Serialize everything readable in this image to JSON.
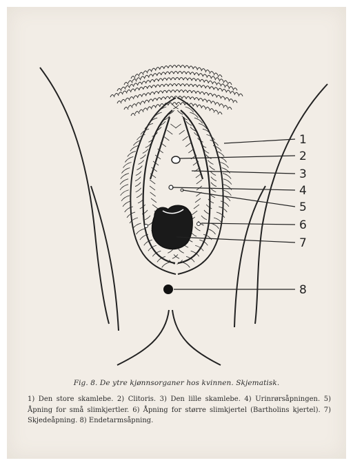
{
  "figure": {
    "callouts": [
      "1",
      "2",
      "3",
      "4",
      "5",
      "6",
      "7",
      "8"
    ],
    "caption": "Fig. 8. De ytre kjønnsorganer hos kvinnen. Skjematisk.",
    "legend": "1) Den store skamlebe. 2) Clitoris. 3) Den lille skamlebe. 4) Urinrørsåpningen. 5) Åpning for små slimkjertler. 6) Åpning for større slimkjertel (Bartholins kjertel). 7) Skjedeåpning. 8) Endetarmsåpning."
  },
  "colors": {
    "paper": "#f2ede6",
    "ink": "#222222"
  }
}
